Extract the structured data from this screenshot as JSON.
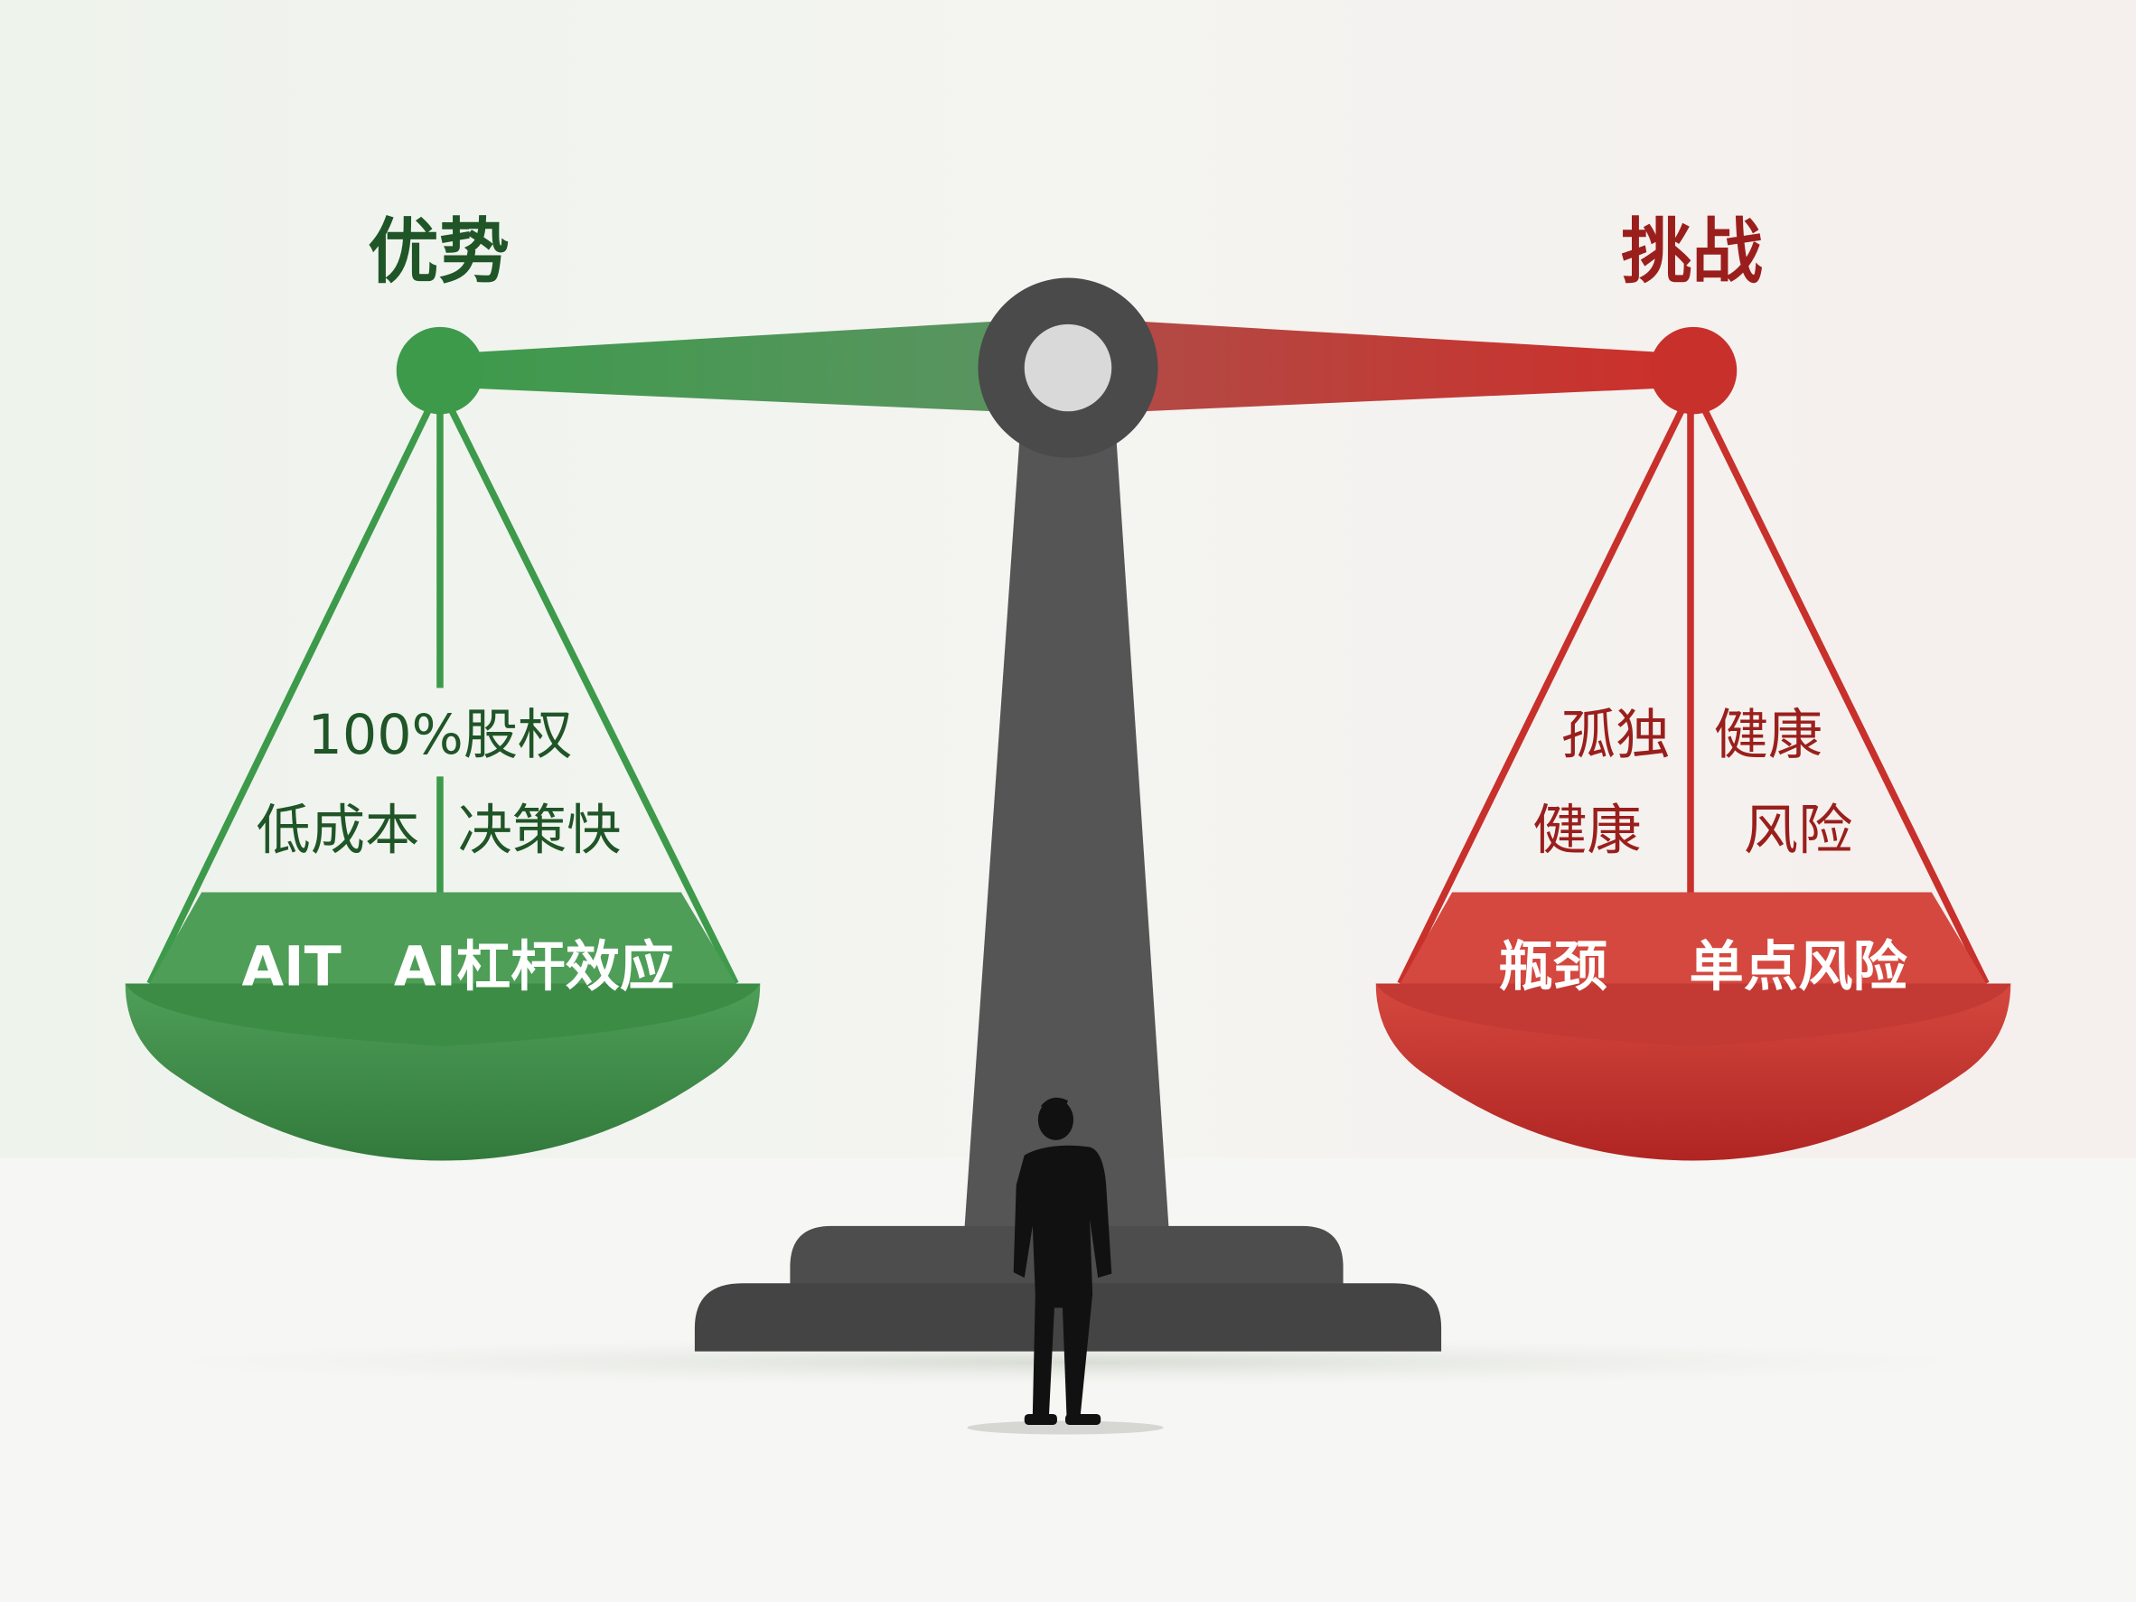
{
  "advantages": {
    "title": "优势",
    "items": [
      "100%股权",
      "低成本",
      "决策快"
    ],
    "pan_items": [
      "AIT",
      "AI杠杆效应"
    ]
  },
  "challenges": {
    "title": "挑战",
    "items": [
      "孤独",
      "健康",
      "健康",
      "风险"
    ],
    "pan_items": [
      "瓶颈",
      "单点风险"
    ]
  },
  "colors": {
    "advantage": "#3d9a4b",
    "advantage_text": "#1f5527",
    "challenge": "#c8302c",
    "challenge_text": "#9a1f1c",
    "post": "#555555"
  }
}
